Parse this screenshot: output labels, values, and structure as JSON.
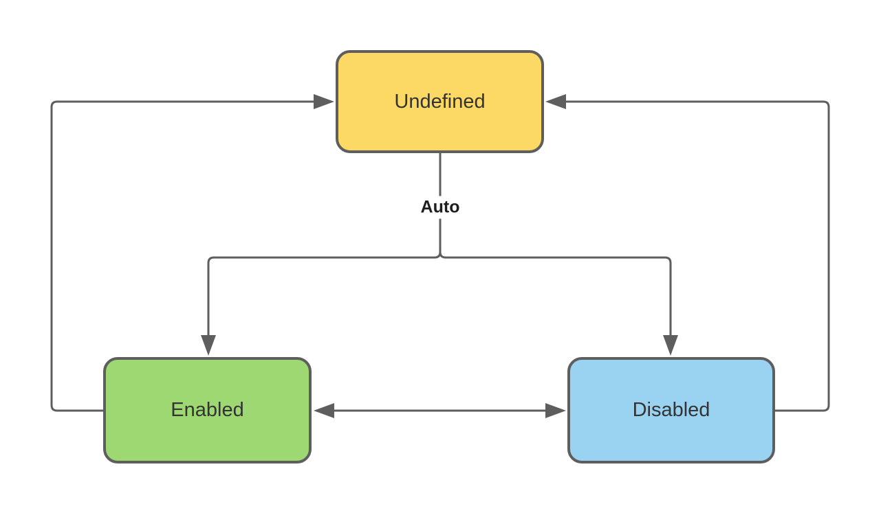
{
  "colors": {
    "background": "#ffffff",
    "connector": "#5e5e5e",
    "node_border": "#5e5e5e",
    "node_text": "#333333",
    "edge_label_text": "#1f1f1f",
    "edge_label_bg": "#ffffff"
  },
  "diagram": {
    "type": "state-diagram",
    "nodes": [
      {
        "id": "undefined",
        "label": "Undefined",
        "fill": "#fcd964"
      },
      {
        "id": "enabled",
        "label": "Enabled",
        "fill": "#9ed873"
      },
      {
        "id": "disabled",
        "label": "Disabled",
        "fill": "#9ad2f2"
      }
    ],
    "edge_label": "Auto",
    "edges": [
      {
        "from": "Undefined",
        "to": "Enabled",
        "label": "Auto",
        "arrow": "into Enabled top"
      },
      {
        "from": "Undefined",
        "to": "Disabled",
        "label": "Auto",
        "arrow": "into Disabled top"
      },
      {
        "from": "Enabled",
        "to": "Undefined",
        "label": "",
        "arrow": "into Undefined left side"
      },
      {
        "from": "Disabled",
        "to": "Undefined",
        "label": "",
        "arrow": "into Undefined right side"
      },
      {
        "from": "Enabled",
        "to": "Disabled",
        "label": "",
        "arrow": "bidirectional"
      }
    ]
  }
}
